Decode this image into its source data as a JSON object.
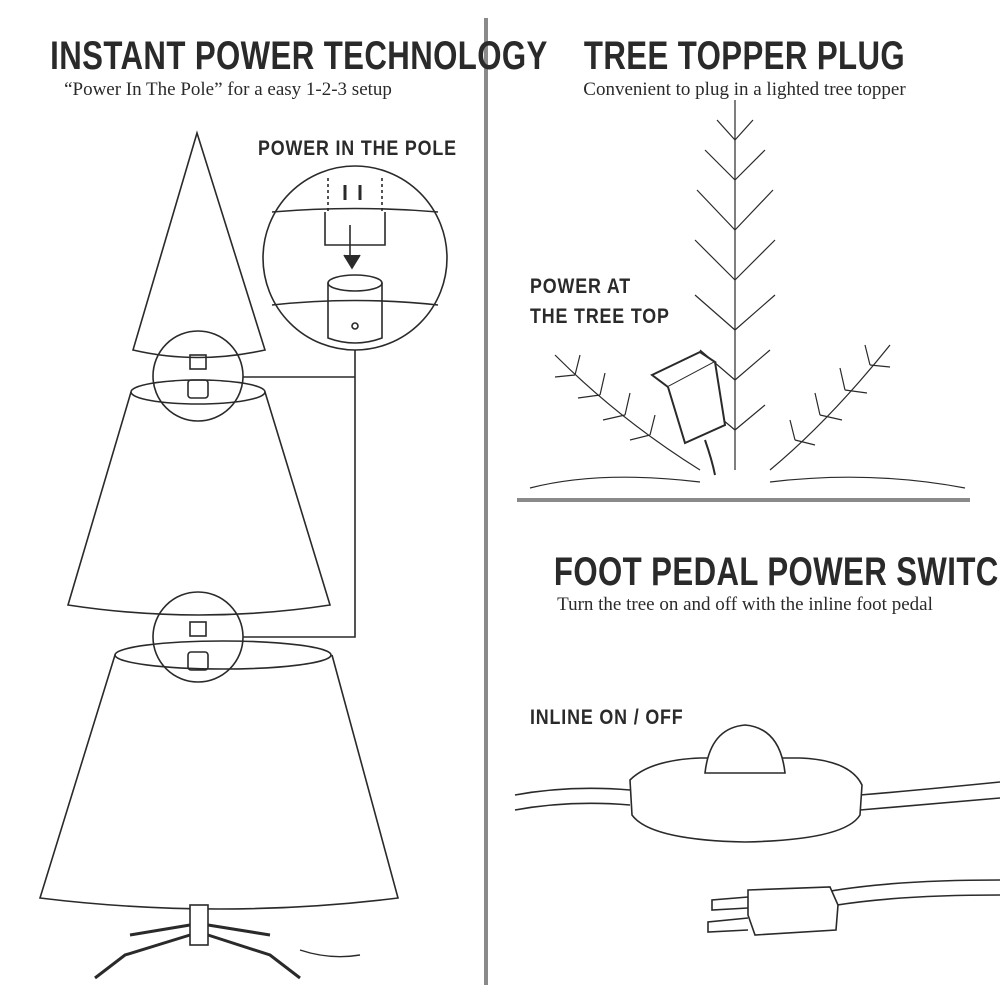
{
  "left": {
    "title": "INSTANT POWER TECHNOLOGY",
    "subtitle": "“Power In The Pole” for a easy 1-2-3 setup",
    "callout": "POWER IN THE POLE"
  },
  "topper": {
    "title": "TREE TOPPER PLUG",
    "subtitle": "Convenient to plug in a lighted tree topper",
    "callout_line1": "POWER AT",
    "callout_line2": "THE TREE TOP"
  },
  "pedal": {
    "title": "FOOT PEDAL POWER SWITCH",
    "subtitle": "Turn the tree on and off with the inline foot pedal",
    "callout": "INLINE ON / OFF"
  },
  "colors": {
    "divider": "#8a8a8a",
    "ink": "#2a2a2a"
  }
}
